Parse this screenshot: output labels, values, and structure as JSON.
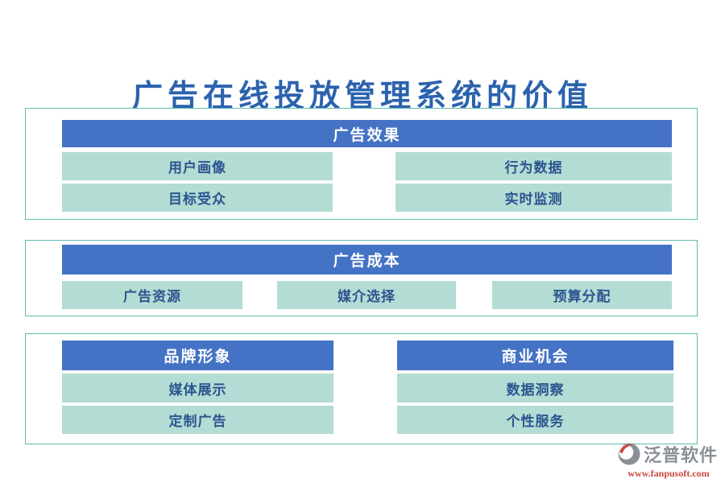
{
  "page": {
    "title": "广告在线投放管理系统的价值"
  },
  "colors": {
    "title_blue": "#2b62ae",
    "header_blue": "#4472c4",
    "button_teal": "#b3dcd4",
    "border_teal": "#5fbdb2",
    "button_text_blue": "#2b5490",
    "brand_gray": "#8a9096",
    "brand_red": "#c9473e"
  },
  "sections": [
    {
      "header": "广告效果",
      "buttons": [
        "用户画像",
        "行为数据",
        "目标受众",
        "实时监测"
      ]
    },
    {
      "header": "广告成本",
      "buttons": [
        "广告资源",
        "媒介选择",
        "预算分配"
      ]
    },
    {
      "groups": [
        {
          "header": "品牌形象",
          "buttons": [
            "媒体展示",
            "定制广告"
          ]
        },
        {
          "header": "商业机会",
          "buttons": [
            "数据洞察",
            "个性服务"
          ]
        }
      ]
    }
  ],
  "footer": {
    "brand": "泛普软件",
    "url": "www.fanpusoft.com"
  }
}
